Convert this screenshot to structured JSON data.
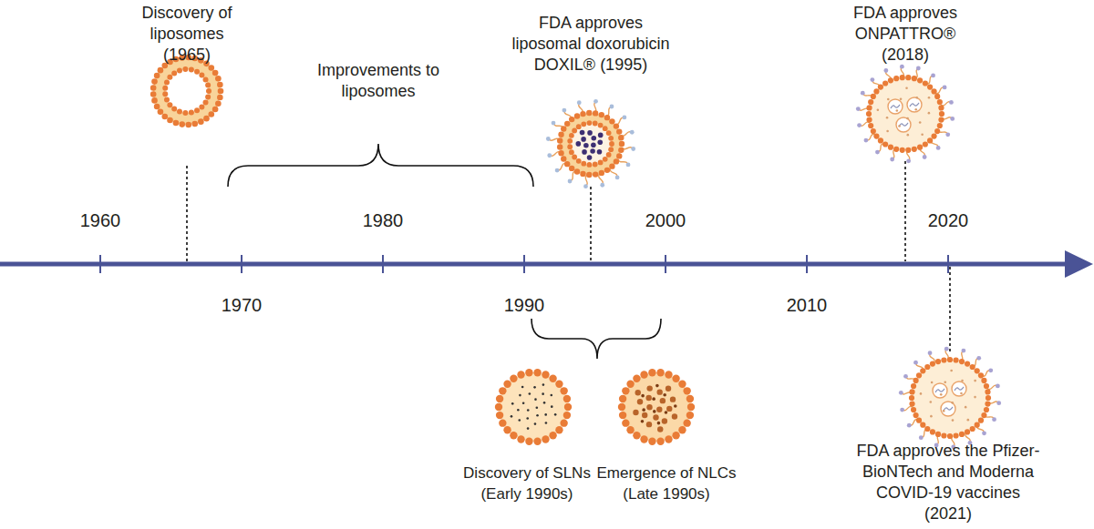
{
  "diagram": {
    "labels": [
      "Discovery of liposomes (1965)",
      "Improvements to liposomes",
      "FDA approves liposomal doxorubicin DOXIL® (1995)",
      "FDA approves ONPATTRO® (2018)",
      "1960",
      "1980",
      "2000",
      "2020",
      "1970",
      "1990",
      "2010",
      "Discovery of SLNs (Early 1990s)",
      "Emergence of NLCs (Late 1990s)",
      "FDA approves the Pfizer-BioNTech and Moderna COVID-19 vaccines (2021)"
    ]
  }
}
